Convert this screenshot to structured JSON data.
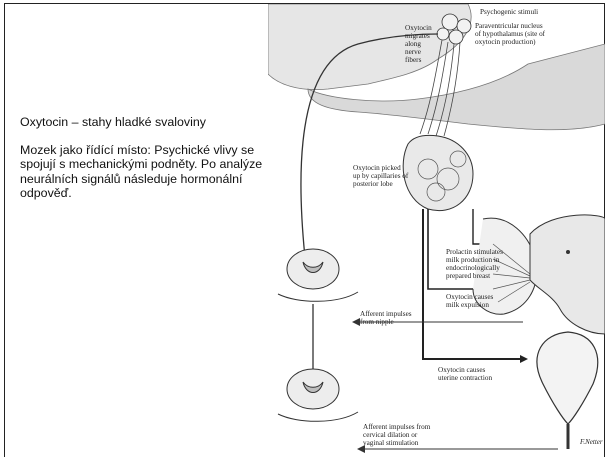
{
  "slide": {
    "title": "Oxytocin – stahy hladké svaloviny",
    "body": "Mozek jako řídící místo: Psychické vlivy se spojují s mechanickými podněty. Po analýze neurálních signálů následuje hormonální odpověď."
  },
  "figure": {
    "labels": {
      "psychogenic": "Psychogenic stimuli",
      "pvn1": "Paraventricular nucleus",
      "pvn2": "of hypothalamus (site of",
      "pvn3": "oxytocin production)",
      "mig1": "Oxytocin",
      "mig2": "migrates",
      "mig3": "along",
      "mig4": "nerve",
      "mig5": "fibers",
      "pick1": "Oxytocin picked",
      "pick2": "up by capillaries of",
      "pick3": "posterior lobe",
      "prl1": "Prolactin stimulates",
      "prl2": "milk production in",
      "prl3": "endocrinologically",
      "prl4": "prepared breast",
      "exp1": "Oxytocin causes",
      "exp2": "milk expulsion",
      "aff1": "Afferent impulses",
      "aff2": "from nipple",
      "ut1": "Oxytocin causes",
      "ut2": "uterine contraction",
      "cerv1": "Afferent impulses from",
      "cerv2": "cervical dilation or",
      "cerv3": "vaginal stimulation"
    },
    "signature": "F.Netter"
  }
}
